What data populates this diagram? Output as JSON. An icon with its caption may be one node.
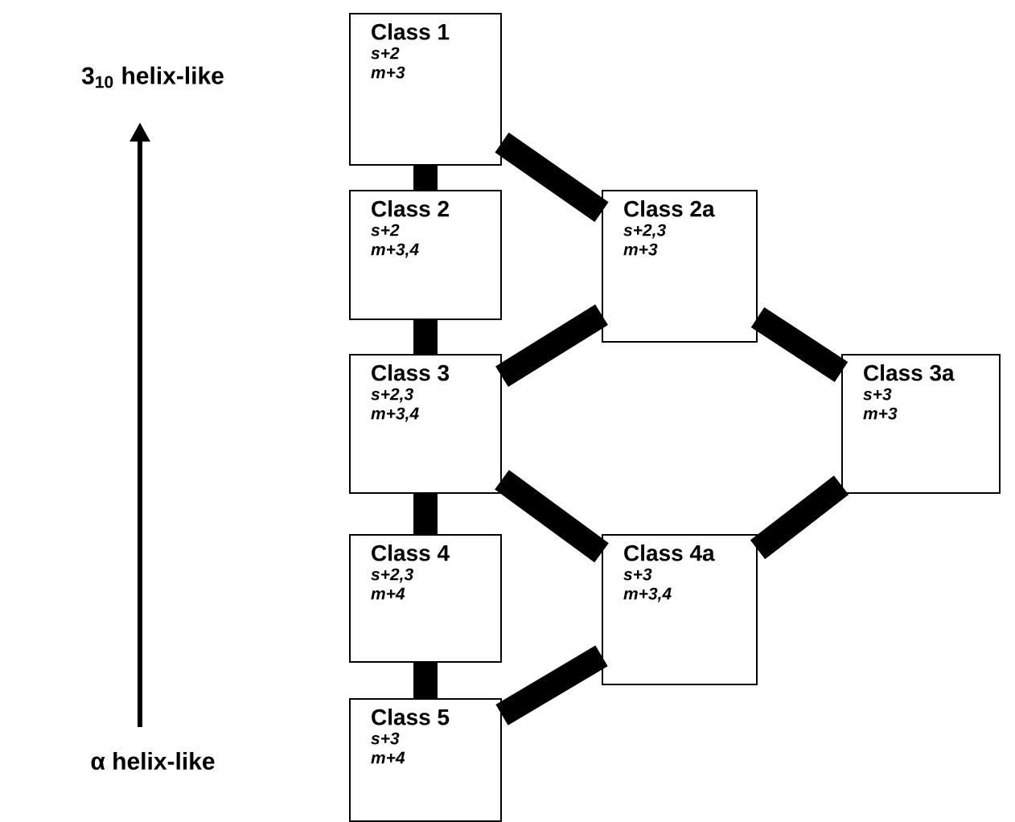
{
  "diagram": {
    "nodes": [
      {
        "text": [
          "Class 1",
          "s+2",
          "m+3"
        ]
      },
      {
        "text": [
          "Class 2",
          "s+2",
          "m+3,4"
        ]
      },
      {
        "text": [
          "Class 2a",
          "s+2,3",
          "m+3"
        ]
      },
      {
        "text": [
          "Class 3",
          "s+2,3",
          "m+3,4"
        ]
      },
      {
        "text": [
          "Class 3a",
          "s+3",
          "m+3"
        ]
      },
      {
        "text": [
          "Class 4",
          "s+2,3",
          "m+4"
        ]
      },
      {
        "text": [
          "Class 4a",
          "s+3",
          "m+3,4"
        ]
      },
      {
        "text": [
          "Class 5",
          "s+3",
          "m+4"
        ]
      }
    ],
    "edges": [
      {
        "from": 0,
        "to": 1,
        "arrow": "none"
      },
      {
        "from": 1,
        "to": 3,
        "arrow": "none"
      },
      {
        "from": 3,
        "to": 5,
        "arrow": "none"
      },
      {
        "from": 5,
        "to": 7,
        "arrow": "none"
      },
      {
        "from": 0,
        "to": 2,
        "arrow": "none"
      },
      {
        "from": 2,
        "to": 3,
        "arrow": "none"
      },
      {
        "from": 2,
        "to": 4,
        "arrow": "none"
      },
      {
        "from": 3,
        "to": 6,
        "arrow": "none"
      },
      {
        "from": 4,
        "to": 6,
        "arrow": "none"
      },
      {
        "from": 6,
        "to": 7,
        "arrow": "none"
      }
    ],
    "labels": [
      "3$_{10}$ helix-like",
      "α helix-like"
    ]
  }
}
